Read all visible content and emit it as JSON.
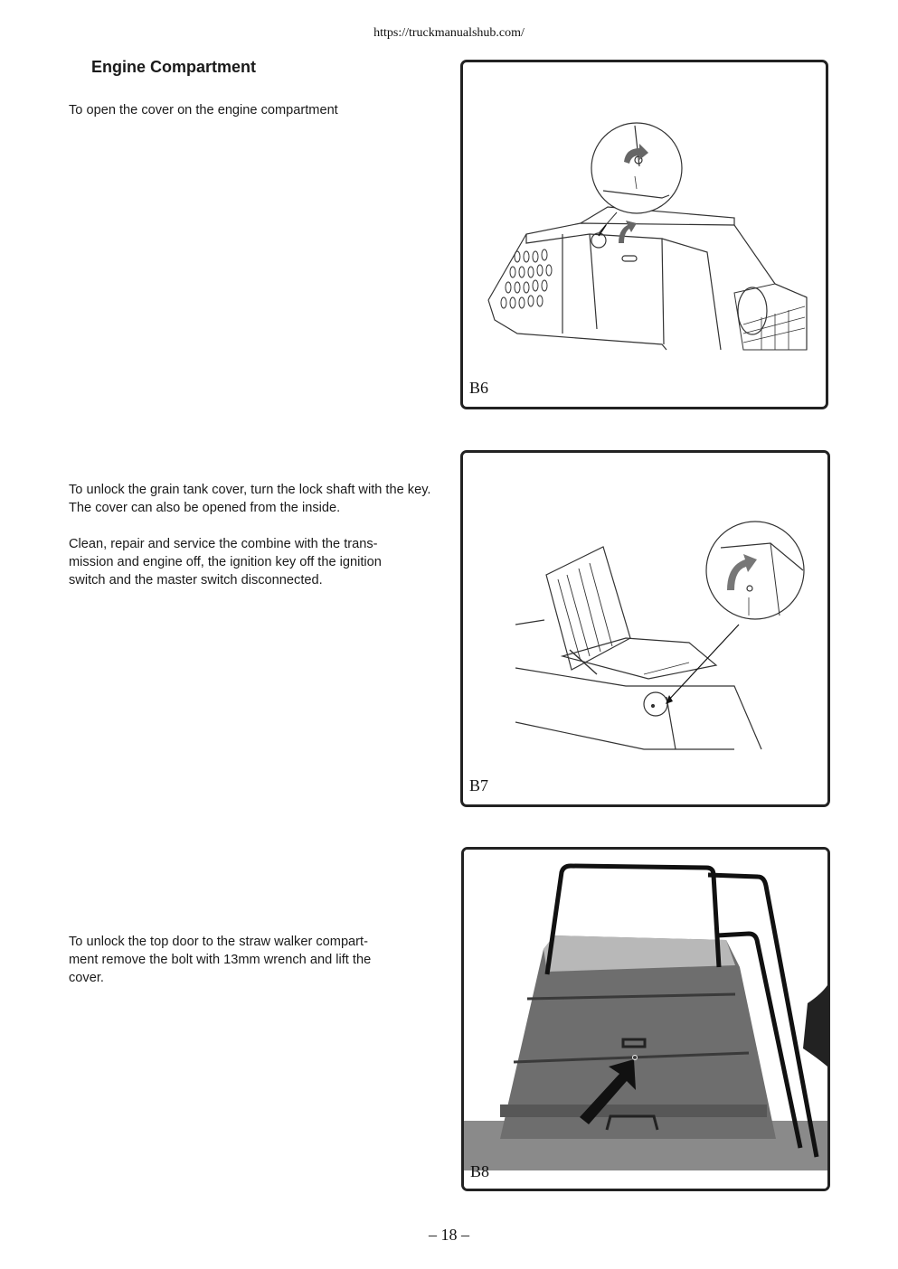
{
  "header": {
    "url": "https://truckmanualshub.com/"
  },
  "section": {
    "title": "Engine Compartment"
  },
  "blocks": [
    {
      "paragraphs": [
        "To open the cover on the engine compartment"
      ]
    },
    {
      "paragraphs": [
        "To unlock the grain tank cover, turn the lock shaft with the key.\nThe cover can also be opened from the inside.",
        "Clean, repair and service the combine with the trans-mission and engine off, the ignition key off the ignition switch and the master switch disconnected."
      ]
    },
    {
      "paragraphs": [
        "To unlock the top door to the straw walker compart-ment remove the bolt with 13mm wrench and lift the cover."
      ]
    }
  ],
  "figures": [
    {
      "label": "B6",
      "description_icon": "engine-cover-illustration"
    },
    {
      "label": "B7",
      "description_icon": "grain-tank-cover-illustration"
    },
    {
      "label": "B8",
      "description_icon": "straw-walker-door-photo"
    }
  ],
  "footer": {
    "page_number": "– 18 –"
  }
}
